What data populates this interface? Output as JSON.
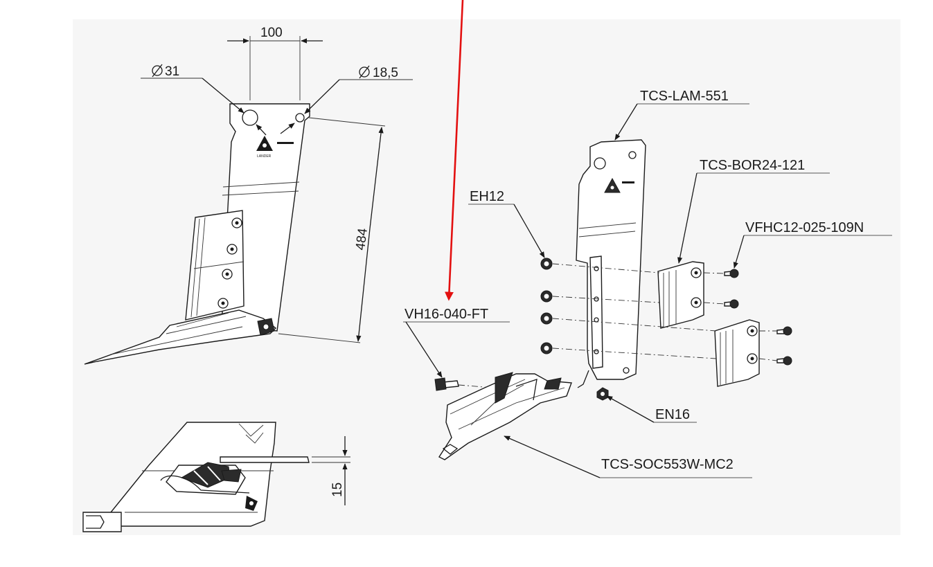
{
  "dimensions": {
    "width_top": "100",
    "hole_large": "31",
    "hole_small": "18,5",
    "height": "484",
    "offset_bottom": "15"
  },
  "parts": {
    "lam": "TCS-LAM-551",
    "bor": "TCS-BOR24-121",
    "vfhc": "VFHC12-025-109N",
    "eh": "EH12",
    "vh": "VH16-040-FT",
    "en": "EN16",
    "soc": "TCS-SOC553W-MC2"
  },
  "colors": {
    "pointer_arrow": "#e31010",
    "drawing_background": "#f5f5f5"
  },
  "icons": [
    "diameter-symbol",
    "brand-triangle-logo",
    "bolt-head",
    "nut-hex"
  ]
}
